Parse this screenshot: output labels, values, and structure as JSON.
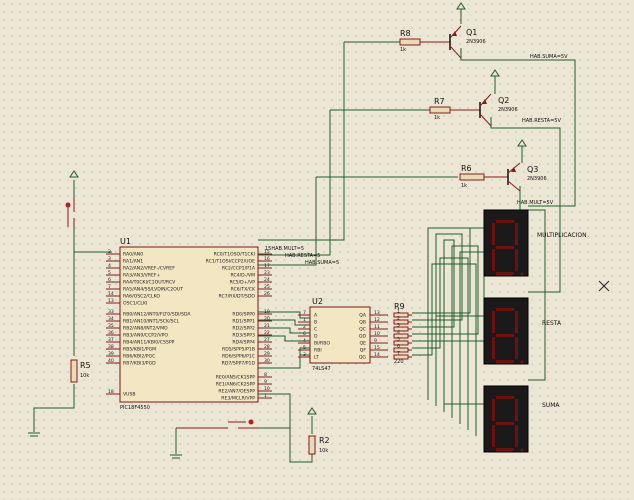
{
  "transistors": [
    {
      "ref": "Q1",
      "value": "2N3906",
      "net": "HAB.SUMA=5V"
    },
    {
      "ref": "Q2",
      "value": "2N3906",
      "net": "HAB.RESTA=5V"
    },
    {
      "ref": "Q3",
      "value": "2N3906",
      "net": "HAB.MULT=5V"
    }
  ],
  "base_resistors": [
    {
      "ref": "R8",
      "value": "1k"
    },
    {
      "ref": "R7",
      "value": "1k"
    },
    {
      "ref": "R6",
      "value": "1k"
    }
  ],
  "u1": {
    "ref": "U1",
    "part": "PIC18F4550",
    "left_pins": [
      {
        "num": "2",
        "name": "RA0/AN0"
      },
      {
        "num": "3",
        "name": "RA1/AN1"
      },
      {
        "num": "4",
        "name": "RA2/AN2/VREF-/CVREF"
      },
      {
        "num": "5",
        "name": "RA3/AN3/VREF+"
      },
      {
        "num": "6",
        "name": "RA4/T0CKI/C1OUT/RCV"
      },
      {
        "num": "7",
        "name": "RA5/AN4/SS/LVDIN/C2OUT"
      },
      {
        "num": "14",
        "name": "RA6/OSC2/CLKO"
      },
      {
        "num": "13",
        "name": "OSC1/CLKI"
      },
      {
        "num": "33",
        "name": "RB0/AN12/INT0/FLT0/SDI/SDA"
      },
      {
        "num": "34",
        "name": "RB1/AN10/INT1/SCK/SCL"
      },
      {
        "num": "35",
        "name": "RB2/AN8/INT2/VMO"
      },
      {
        "num": "36",
        "name": "RB3/AN9/CCP2/VPO"
      },
      {
        "num": "37",
        "name": "RB4/AN11/KBI0/CSSPP"
      },
      {
        "num": "38",
        "name": "RB5/KBI1/PGM"
      },
      {
        "num": "39",
        "name": "RB6/KBI2/PGC"
      },
      {
        "num": "40",
        "name": "RB7/KBI3/PGD"
      },
      {
        "num": "18",
        "name": "VUSB"
      }
    ],
    "right_pins": [
      {
        "num": "15",
        "name": "RC0/T1OSO/T1CKI"
      },
      {
        "num": "16",
        "name": "RC1/T1OSI/CCP2/UOE"
      },
      {
        "num": "17",
        "name": "RC2/CCP1/P1A"
      },
      {
        "num": "23",
        "name": "RC4/D-/VM"
      },
      {
        "num": "24",
        "name": "RC5/D+/VP"
      },
      {
        "num": "25",
        "name": "RC6/TX/CK"
      },
      {
        "num": "26",
        "name": "RC7/RX/DT/SDO"
      },
      {
        "num": "19",
        "name": "RD0/SPP0"
      },
      {
        "num": "20",
        "name": "RD1/SPP1"
      },
      {
        "num": "21",
        "name": "RD2/SPP2"
      },
      {
        "num": "22",
        "name": "RD3/SPP3"
      },
      {
        "num": "27",
        "name": "RD4/SPP4"
      },
      {
        "num": "28",
        "name": "RD5/SPP5/P1B"
      },
      {
        "num": "29",
        "name": "RD6/SPP6/P1C"
      },
      {
        "num": "30",
        "name": "RD7/SPP7/P1D"
      },
      {
        "num": "8",
        "name": "RE0/AN5/CK1SPP"
      },
      {
        "num": "9",
        "name": "RE1/AN6/CK2SPP"
      },
      {
        "num": "10",
        "name": "RE2/AN7/OESPP"
      },
      {
        "num": "1",
        "name": "RE3/MCLR/VPP"
      }
    ],
    "net_labels": [
      "15HAB.MULT=5",
      "HAB.RESTA=5",
      "HAB.SUMA=5"
    ]
  },
  "u2": {
    "ref": "U2",
    "part": "74LS47",
    "inputs": [
      {
        "num": "7",
        "name": "A"
      },
      {
        "num": "1",
        "name": "B"
      },
      {
        "num": "2",
        "name": "C"
      },
      {
        "num": "6",
        "name": "D"
      },
      {
        "num": "4",
        "name": "BI/RBO"
      },
      {
        "num": "5",
        "name": "RBI"
      },
      {
        "num": "3",
        "name": "LT"
      }
    ],
    "outputs": [
      {
        "num": "13",
        "name": "QA"
      },
      {
        "num": "12",
        "name": "QB"
      },
      {
        "num": "11",
        "name": "QC"
      },
      {
        "num": "10",
        "name": "QD"
      },
      {
        "num": "9",
        "name": "QE"
      },
      {
        "num": "15",
        "name": "QF"
      },
      {
        "num": "14",
        "name": "QG"
      }
    ]
  },
  "r9": {
    "ref": "R9",
    "value": "220",
    "pins": [
      "1",
      "2",
      "3",
      "4",
      "5",
      "6",
      "7"
    ]
  },
  "r5": {
    "ref": "R5",
    "value": "10k"
  },
  "r2": {
    "ref": "R2",
    "value": "10k"
  },
  "displays": [
    {
      "name": "MULTIPLICACION"
    },
    {
      "name": "RESTA"
    },
    {
      "name": "SUMA"
    }
  ],
  "colors": {
    "background": "#ece6d4",
    "wire": "#1f5e2a",
    "component": "#8a1a1a",
    "display": "#6e1010"
  }
}
